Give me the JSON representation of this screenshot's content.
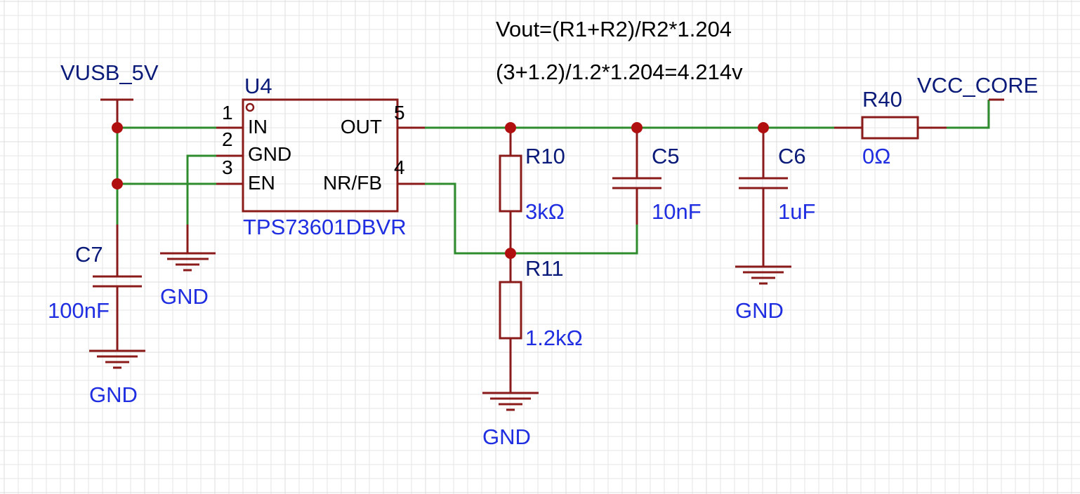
{
  "annotations": {
    "formula": "Vout=(R1+R2)/R2*1.204",
    "calculation": "(3+1.2)/1.2*1.204=4.214v"
  },
  "nets": {
    "vusb": "VUSB_5V",
    "vcc_core": "VCC_CORE",
    "gnd": "GND"
  },
  "u4": {
    "ref": "U4",
    "part": "TPS73601DBVR",
    "pins": [
      {
        "num": "1",
        "name": "IN"
      },
      {
        "num": "2",
        "name": "GND"
      },
      {
        "num": "3",
        "name": "EN"
      },
      {
        "num": "5",
        "name": "OUT"
      },
      {
        "num": "4",
        "name": "NR/FB"
      }
    ]
  },
  "components": {
    "r10": {
      "ref": "R10",
      "value": "3kΩ"
    },
    "r11": {
      "ref": "R11",
      "value": "1.2kΩ"
    },
    "r40": {
      "ref": "R40",
      "value": "0Ω"
    },
    "c5": {
      "ref": "C5",
      "value": "10nF"
    },
    "c6": {
      "ref": "C6",
      "value": "1uF"
    },
    "c7": {
      "ref": "C7",
      "value": "100nF"
    }
  },
  "colors": {
    "wire": "#2e8b2e",
    "symbol": "#8b1a1a",
    "junction": "#b01010",
    "net_label": "#0a1a78",
    "value_label": "#1f2ee0",
    "grid": "#e6e6e6"
  }
}
